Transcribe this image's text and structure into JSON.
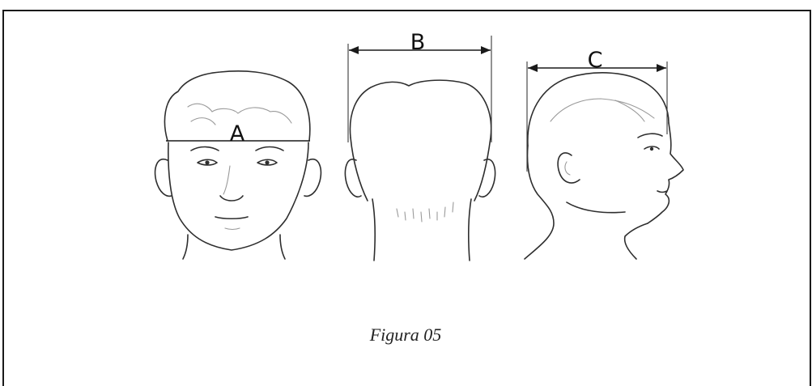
{
  "figure": {
    "labels": {
      "a": "A",
      "b": "B",
      "c": "C"
    },
    "caption": "Figura 05"
  }
}
